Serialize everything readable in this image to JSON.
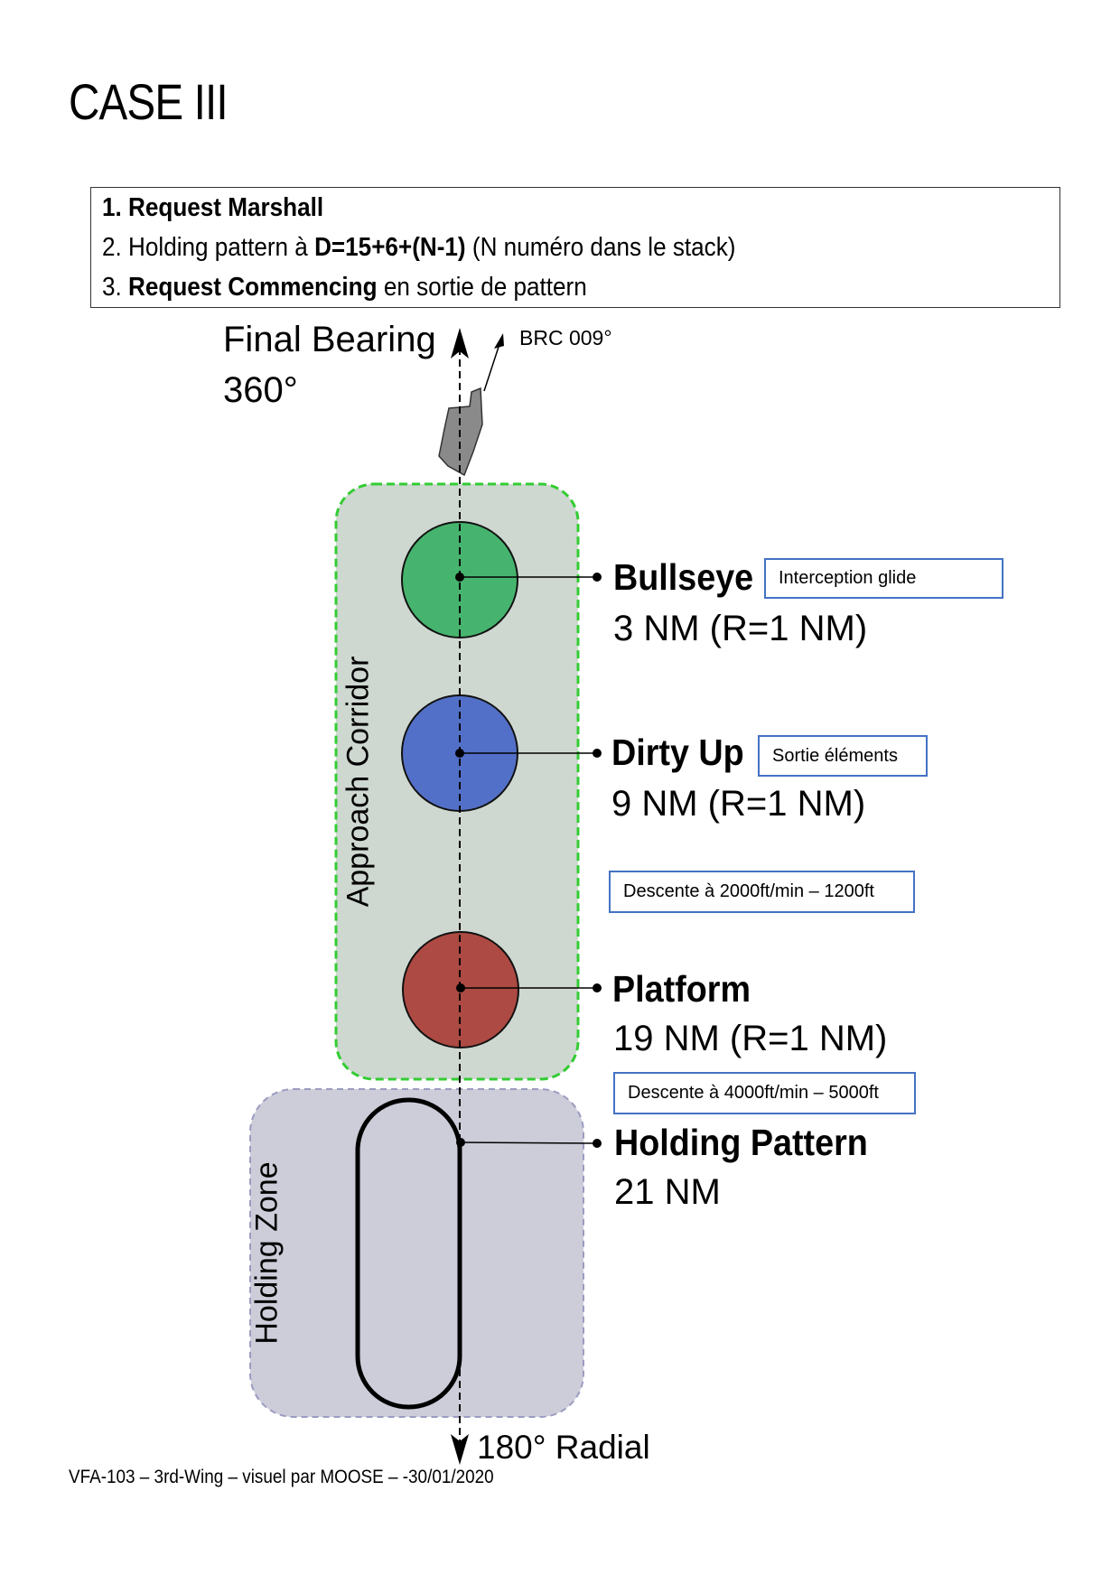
{
  "title": "CASE III",
  "steps": [
    {
      "num": "1.",
      "bold": "Request Marshall",
      "rest": ""
    },
    {
      "num": "2.",
      "pre": "Holding pattern à ",
      "bold": "D=15+6+(N-1)",
      "rest": " (N numéro dans le stack)"
    },
    {
      "num": "3.",
      "bold": "Request Commencing",
      "rest": " en sortie de pattern"
    }
  ],
  "diagram": {
    "final_bearing": "Final Bearing",
    "final_bearing_value": "360°",
    "brc": "BRC 009°",
    "approach_corridor": "Approach Corridor",
    "holding_zone": "Holding Zone",
    "radial": "180° Radial",
    "points": [
      {
        "name": "Bullseye",
        "distance": "3 NM (R=1 NM)",
        "note": "Interception glide",
        "color": "#46b46e"
      },
      {
        "name": "Dirty Up",
        "distance": "9 NM (R=1 NM)",
        "note": "Sortie éléments",
        "color": "#5370c8"
      },
      {
        "name": "Platform",
        "distance": "19 NM (R=1 NM)",
        "color": "#ad4a43"
      },
      {
        "name": "Holding Pattern",
        "distance": "21 NM"
      }
    ],
    "descent_notes": [
      "Descente à 2000ft/min – 1200ft",
      "Descente à 4000ft/min – 5000ft"
    ],
    "colors": {
      "corridor_fill": "#ced8d0",
      "corridor_border": "#33cc33",
      "zone_fill": "#cccdd9",
      "zone_border": "#9a9cc0",
      "note_border": "#4472c4"
    }
  },
  "footer": "VFA-103 – 3rd-Wing – visuel par MOOSE – -30/01/2020"
}
